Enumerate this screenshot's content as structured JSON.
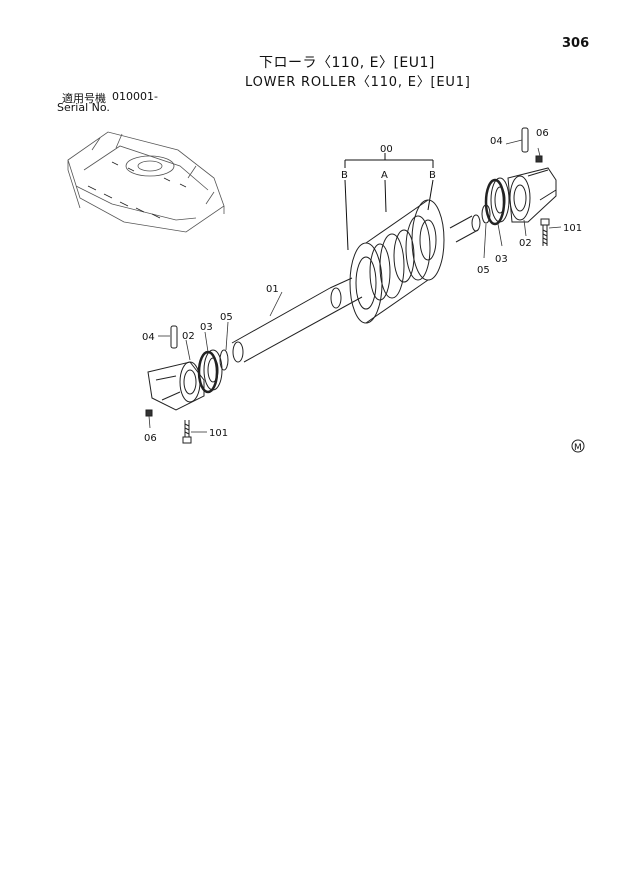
{
  "header": {
    "page_number": "306",
    "title_jp": "下ローラ〈110, E〉[EU1]",
    "title_en": "LOWER ROLLER〈110, E〉[EU1]"
  },
  "serial": {
    "label_jp": "適用号機",
    "label_en": "Serial No.",
    "value": "010001-"
  },
  "callouts": {
    "assembly": "00",
    "b_left": "B",
    "a": "A",
    "b_right": "B",
    "shaft": "01",
    "collar_right": "02",
    "seal_right": "03",
    "pin_right": "04",
    "oring_right": "05",
    "plug_right": "06",
    "bolt_right": "101",
    "pin_left": "04",
    "collar_left": "02",
    "seal_left": "03",
    "oring_left": "05",
    "plug_left": "06",
    "bolt_left": "101"
  },
  "marker": "M"
}
